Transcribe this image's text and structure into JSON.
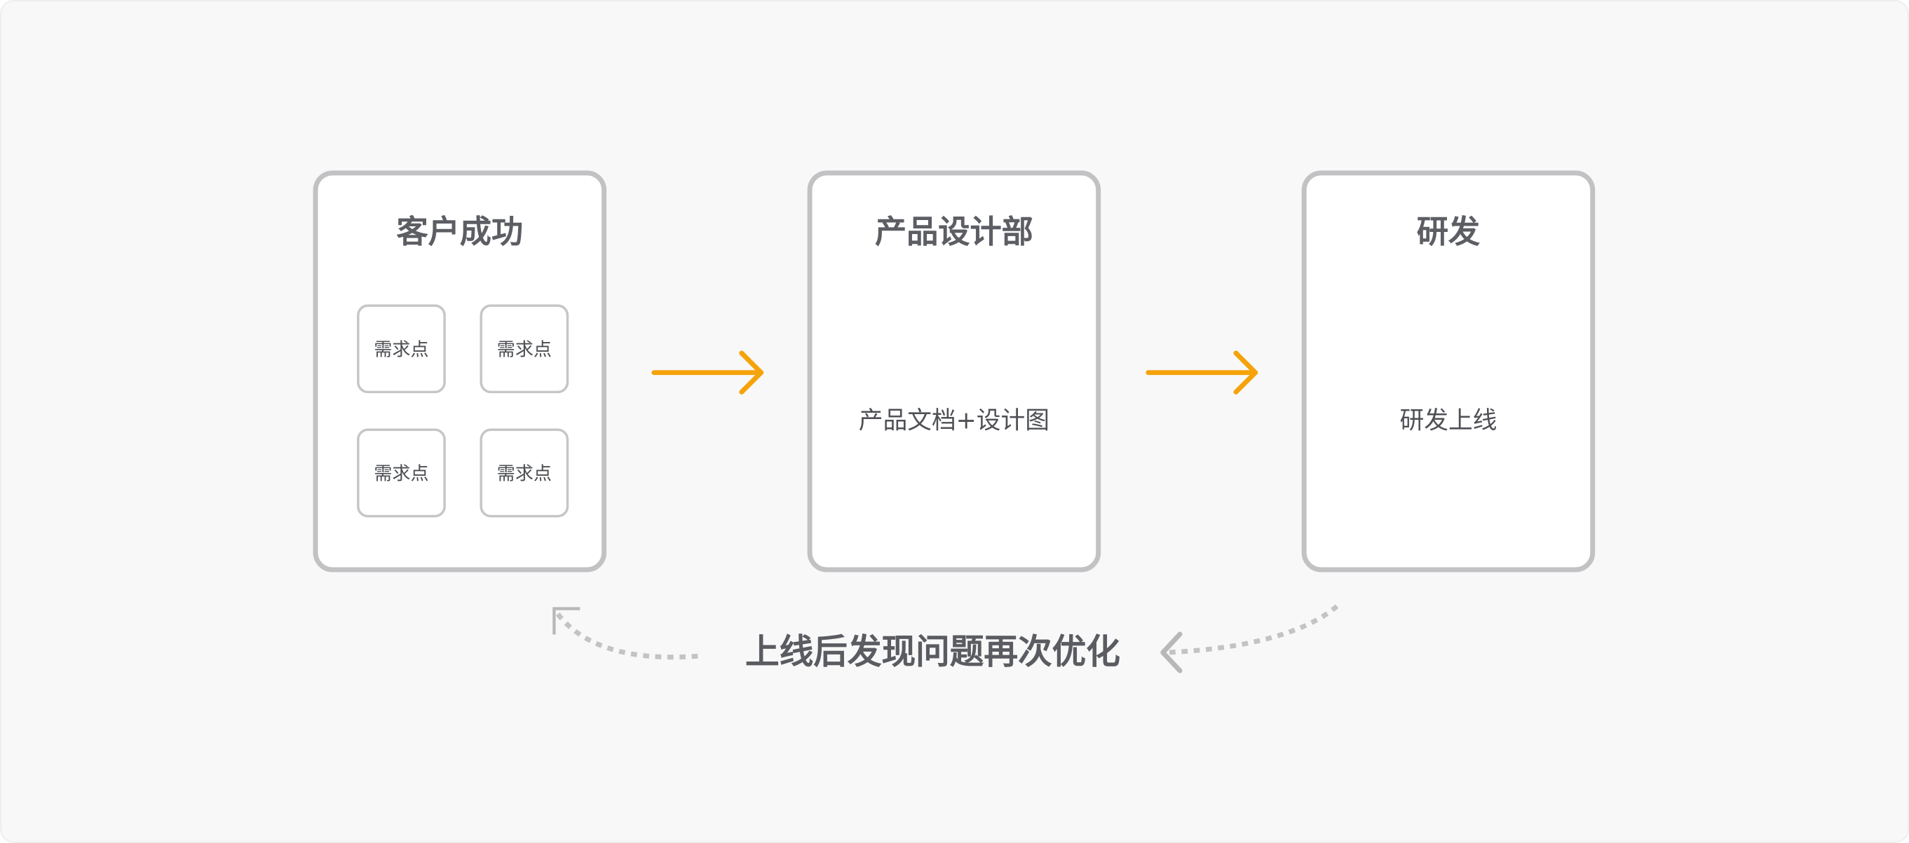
{
  "colors": {
    "background": "#f8f8f8",
    "panel_border": "#c2c2c4",
    "arrow_accent": "#f5a30a",
    "loop_arrow": "#bdbdbf",
    "title_text": "#5c5e63"
  },
  "panels": [
    {
      "title": "客户成功",
      "chips": [
        "需求点",
        "需求点",
        "需求点",
        "需求点"
      ]
    },
    {
      "title": "产品设计部",
      "body": "产品文档+设计图"
    },
    {
      "title": "研发",
      "body": "研发上线"
    }
  ],
  "feedback": {
    "label": "上线后发现问题再次优化"
  }
}
